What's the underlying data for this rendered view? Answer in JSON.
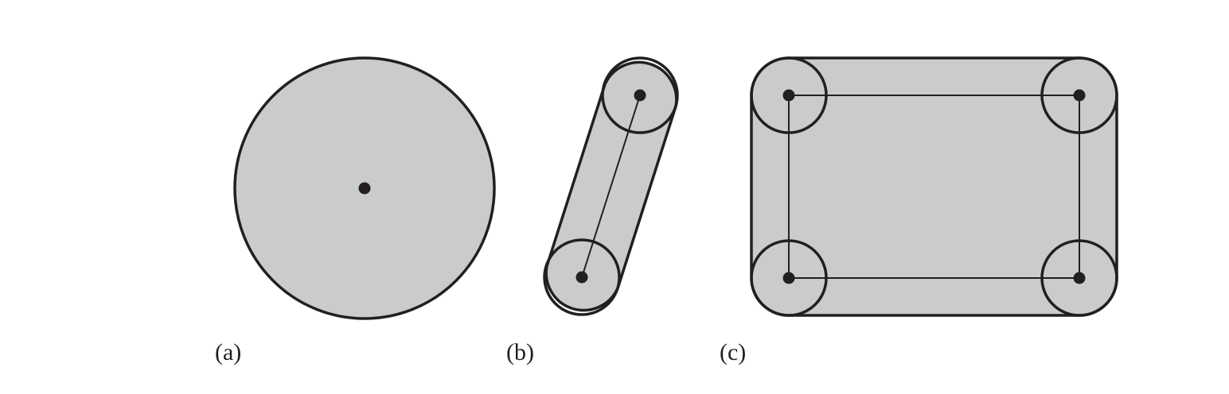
{
  "colors": {
    "fill": "#cacbcd",
    "stroke": "#231f20",
    "background": "#ffffff"
  },
  "panels": [
    {
      "id": "a",
      "label": "(a)"
    },
    {
      "id": "b",
      "label": "(b)"
    },
    {
      "id": "c",
      "label": "(c)"
    }
  ]
}
